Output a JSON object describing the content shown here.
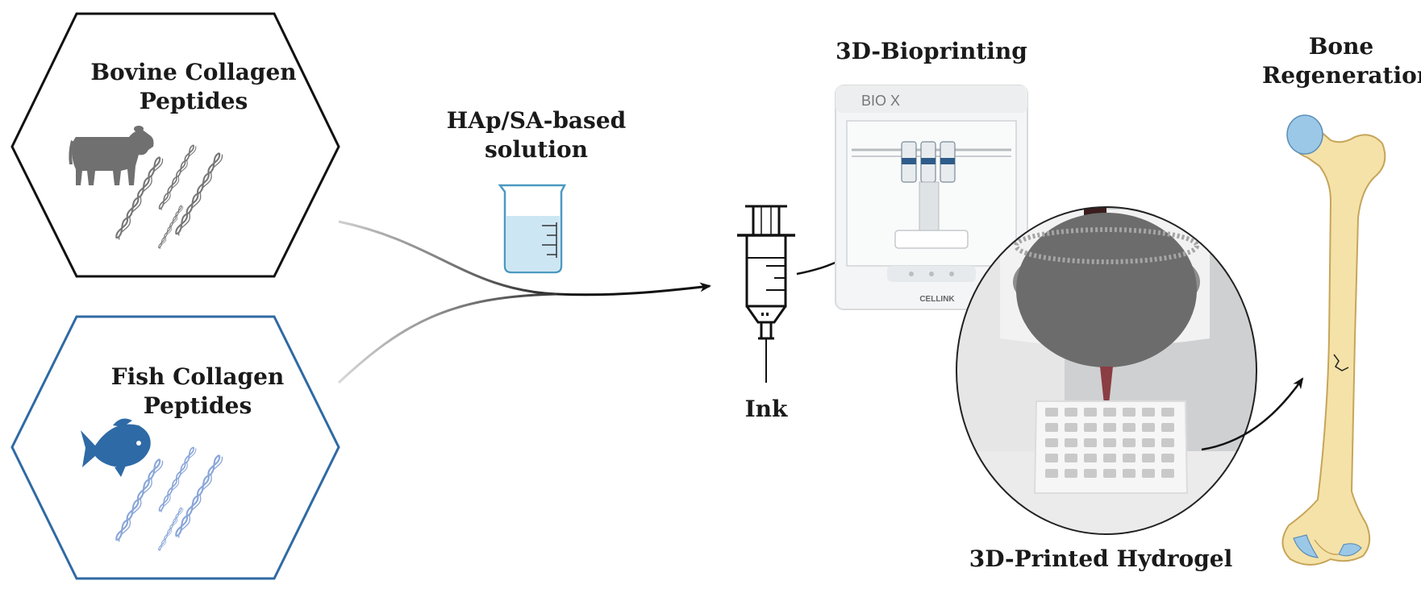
{
  "labels": {
    "bovine": [
      "Bovine Collagen",
      "Peptides"
    ],
    "fish": [
      "Fish Collagen",
      "Peptides"
    ],
    "solution": [
      "HAp/SA-based",
      "solution"
    ],
    "ink": "Ink",
    "bioprinting": "3D-Bioprinting",
    "printer_brand": "BIO X",
    "printer_maker": "CELLINK",
    "hydrogel": "3D-Printed Hydrogel",
    "bone": [
      "Bone",
      "Regeneration"
    ]
  },
  "colors": {
    "bovine_outline": "#111111",
    "fish_outline": "#2f6aa3",
    "cow": "#707070",
    "fish": "#2e6aa6",
    "bovine_helix": "#777777",
    "fish_helix": "#8aa6d8",
    "beaker_liquid": "#cde6f4",
    "bone": "#f5e2a8",
    "bone_cartilage": "#9cc8e8"
  },
  "icons": [
    "cow-icon",
    "fish-icon",
    "collagen-helix-icon",
    "beaker-icon",
    "syringe-icon",
    "bioprinter-image",
    "hydrogel-photo",
    "femur-bone-icon",
    "arrow-icon"
  ]
}
